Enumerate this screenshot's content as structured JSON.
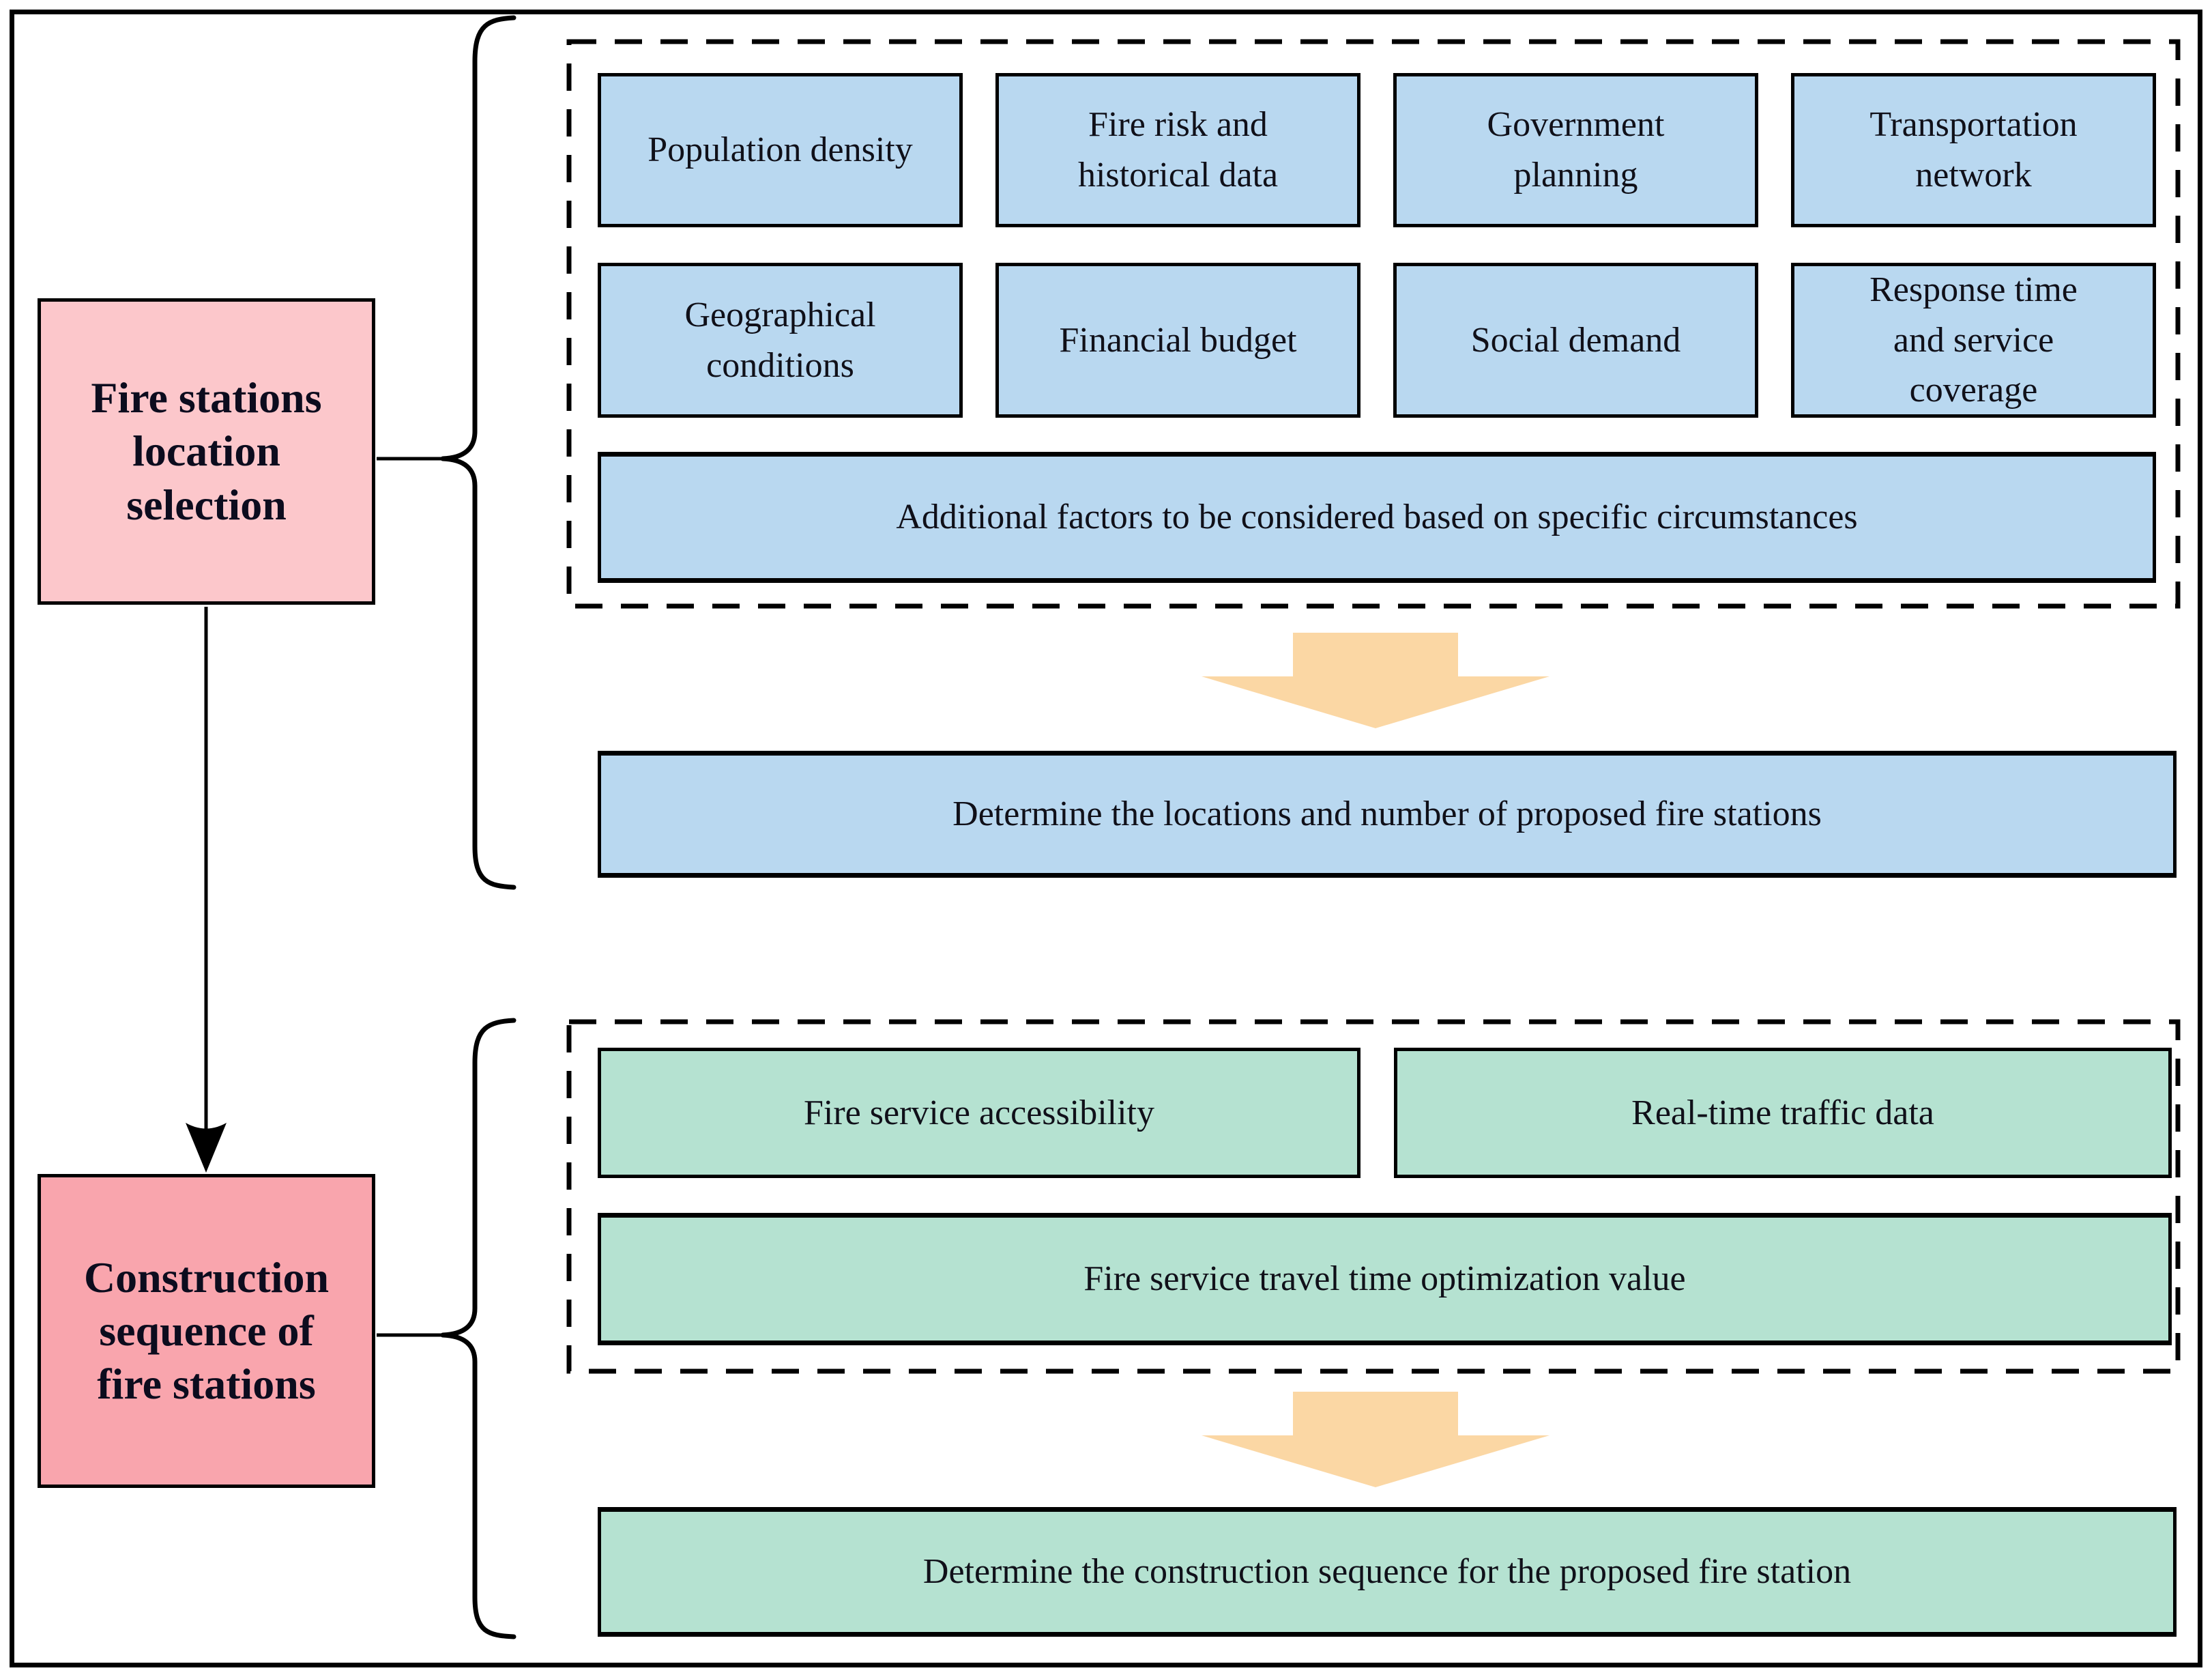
{
  "diagram": {
    "stages": {
      "location_selection": {
        "label": "Fire stations\nlocation\nselection",
        "factors": [
          "Population density",
          "Fire risk and\nhistorical data",
          "Government\nplanning",
          "Transportation\nnetwork",
          "Geographical\nconditions",
          "Financial budget",
          "Social demand",
          "Response time\nand service\ncoverage"
        ],
        "additional_factor": "Additional factors to be considered based on specific circumstances",
        "outcome": "Determine the locations and number of proposed fire stations"
      },
      "construction_sequence": {
        "label": "Construction\nsequence of\nfire stations",
        "factors": [
          "Fire service accessibility",
          "Real-time traffic data"
        ],
        "optimization_factor": "Fire service travel time optimization value",
        "outcome": "Determine the construction sequence for the proposed fire station"
      }
    },
    "colors": {
      "stage1_pink": "#FCC7CB",
      "stage2_pink": "#F9A5AD",
      "factor_blue": "#B9D8F0",
      "factor_green": "#B5E2D1",
      "arrow_orange": "#FBD7A4",
      "line_black": "#000000"
    }
  }
}
